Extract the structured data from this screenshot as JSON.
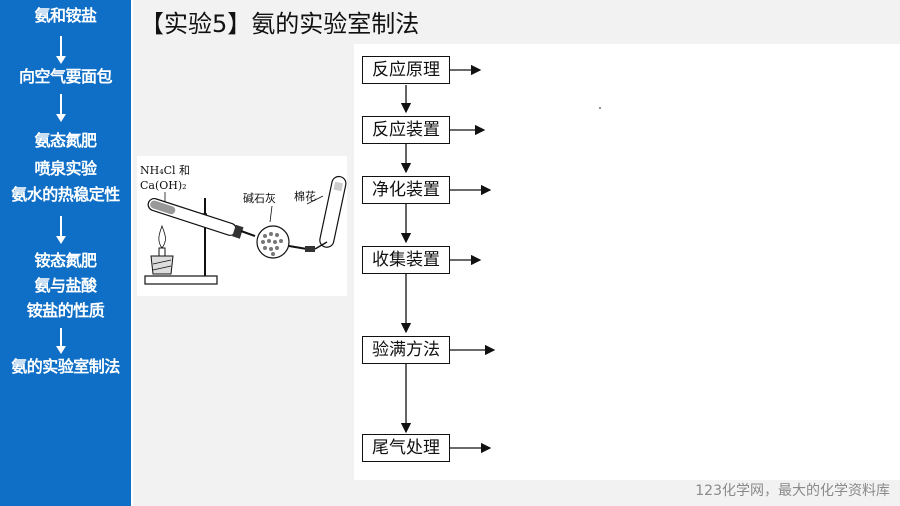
{
  "sidebar": {
    "items": [
      "氨和铵盐",
      "向空气要面包",
      "氨态氮肥",
      "喷泉实验",
      "氨水的热稳定性",
      "铵态氮肥",
      "氨与盐酸",
      "铵盐的性质",
      "氨的实验室制法"
    ]
  },
  "title": "【实验5】氨的实验室制法",
  "apparatus": {
    "label_reagent_1": "NH₄Cl 和",
    "label_reagent_2": "Ca(OH)₂",
    "label_dryer": "碱石灰",
    "label_cotton": "棉花"
  },
  "flow": {
    "steps": [
      "反应原理",
      "反应装置",
      "净化装置",
      "收集装置",
      "验满方法",
      "尾气处理"
    ]
  },
  "footer": "123化学网，最大的化学资料库",
  "colors": {
    "sidebar": "#0f6fc6",
    "background": "#f2f2f2"
  }
}
